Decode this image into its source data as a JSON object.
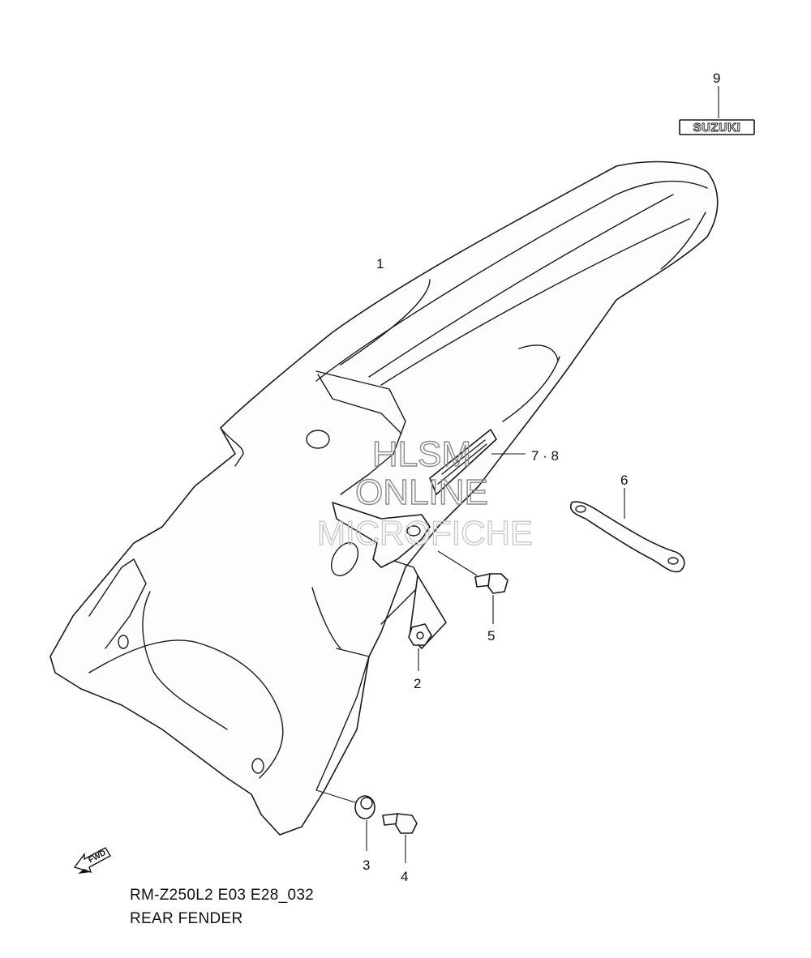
{
  "callouts": {
    "p1": "1",
    "p2": "2",
    "p3": "3",
    "p4": "4",
    "p5": "5",
    "p6": "6",
    "p7_8": "7 · 8",
    "p9": "9"
  },
  "emblem_text": "SUZUKI",
  "direction_label": "FWD",
  "watermark": {
    "line1": "HLSM",
    "line2": "ONLINE",
    "line3": "MICROFICHE"
  },
  "caption": {
    "code": "RM-Z250L2 E03 E28_032",
    "title": "REAR FENDER"
  }
}
